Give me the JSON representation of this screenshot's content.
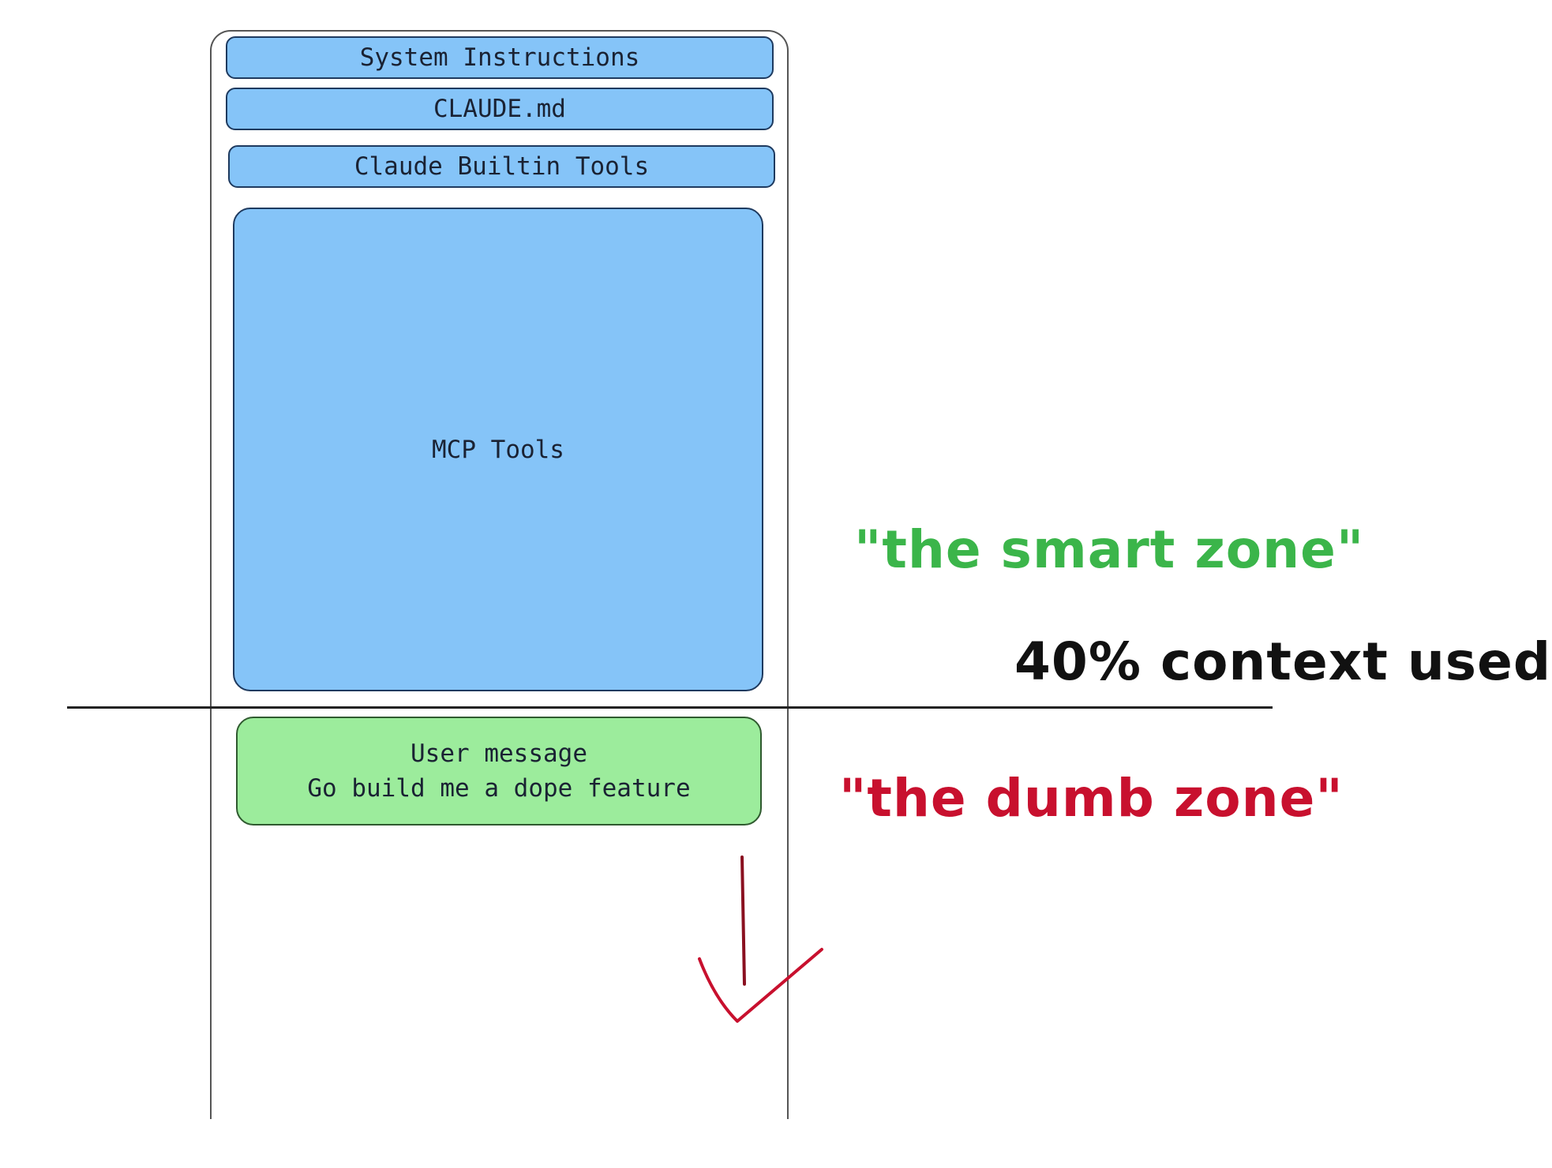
{
  "context_window": {
    "blocks": [
      {
        "label": "System Instructions"
      },
      {
        "label": "CLAUDE.md"
      },
      {
        "label": "Claude Builtin Tools"
      },
      {
        "label": "MCP Tools"
      }
    ],
    "user_message": {
      "title": "User message",
      "body": "Go build me a dope feature"
    }
  },
  "annotations": {
    "smart_zone": "\"the smart zone\"",
    "threshold": "40% context used",
    "dumb_zone": "\"the dumb zone\""
  },
  "colors": {
    "smart": "#3bb54a",
    "dumb": "#c8102e",
    "block": "#85c4f8",
    "message": "#9cec9c"
  }
}
